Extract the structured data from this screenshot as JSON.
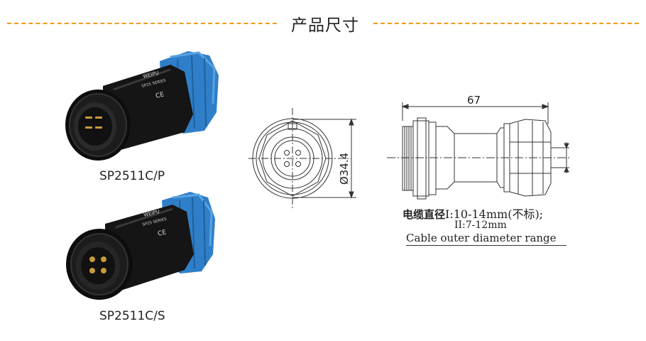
{
  "section": {
    "title": "产品尺寸"
  },
  "products": [
    {
      "name": "SP2511C/P",
      "brand": "WEIPU",
      "series": "SP25 SERIES",
      "mark": "CE"
    },
    {
      "name": "SP2511C/S",
      "brand": "WEIPU",
      "series": "SP25 SERIES",
      "mark": "CE"
    }
  ],
  "drawing": {
    "diameter_label": "Ø34.4",
    "length_label": "67",
    "cable_label_cn": "电缆直径",
    "cable_range_1": "I:10-14mm(不标);",
    "cable_range_2": "II:7-12mm",
    "cable_label_en": "Cable outer  diameter range"
  },
  "colors": {
    "accent_dash": "#f39a1e",
    "cap_blue": "#2f7fc8",
    "body_black": "#151515"
  }
}
